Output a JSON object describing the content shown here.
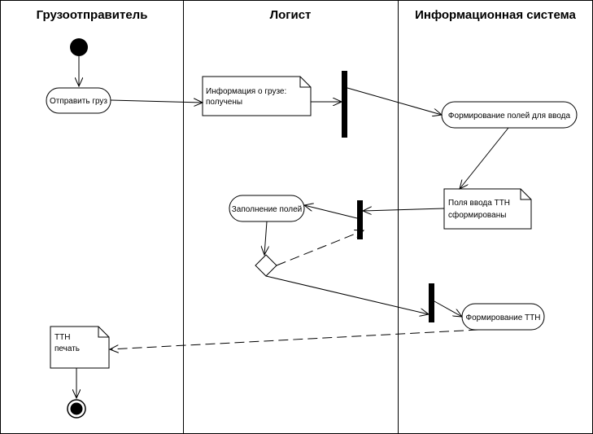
{
  "lanes": [
    {
      "title": "Грузоотправитель"
    },
    {
      "title": "Логист"
    },
    {
      "title": "Информационная система"
    }
  ],
  "actions": {
    "send_cargo": "Отправить груз",
    "form_fields": "Формирование полей для ввода",
    "fill_fields": "Заполнение полей",
    "form_ttn": "Формирование ТТН"
  },
  "notes": {
    "cargo_info": [
      "Информация о грузе:",
      "получены"
    ],
    "ttn_fields": [
      "Поля ввода ТТН",
      "сформированы"
    ],
    "ttn_print": [
      "ТТН",
      "печать"
    ]
  }
}
